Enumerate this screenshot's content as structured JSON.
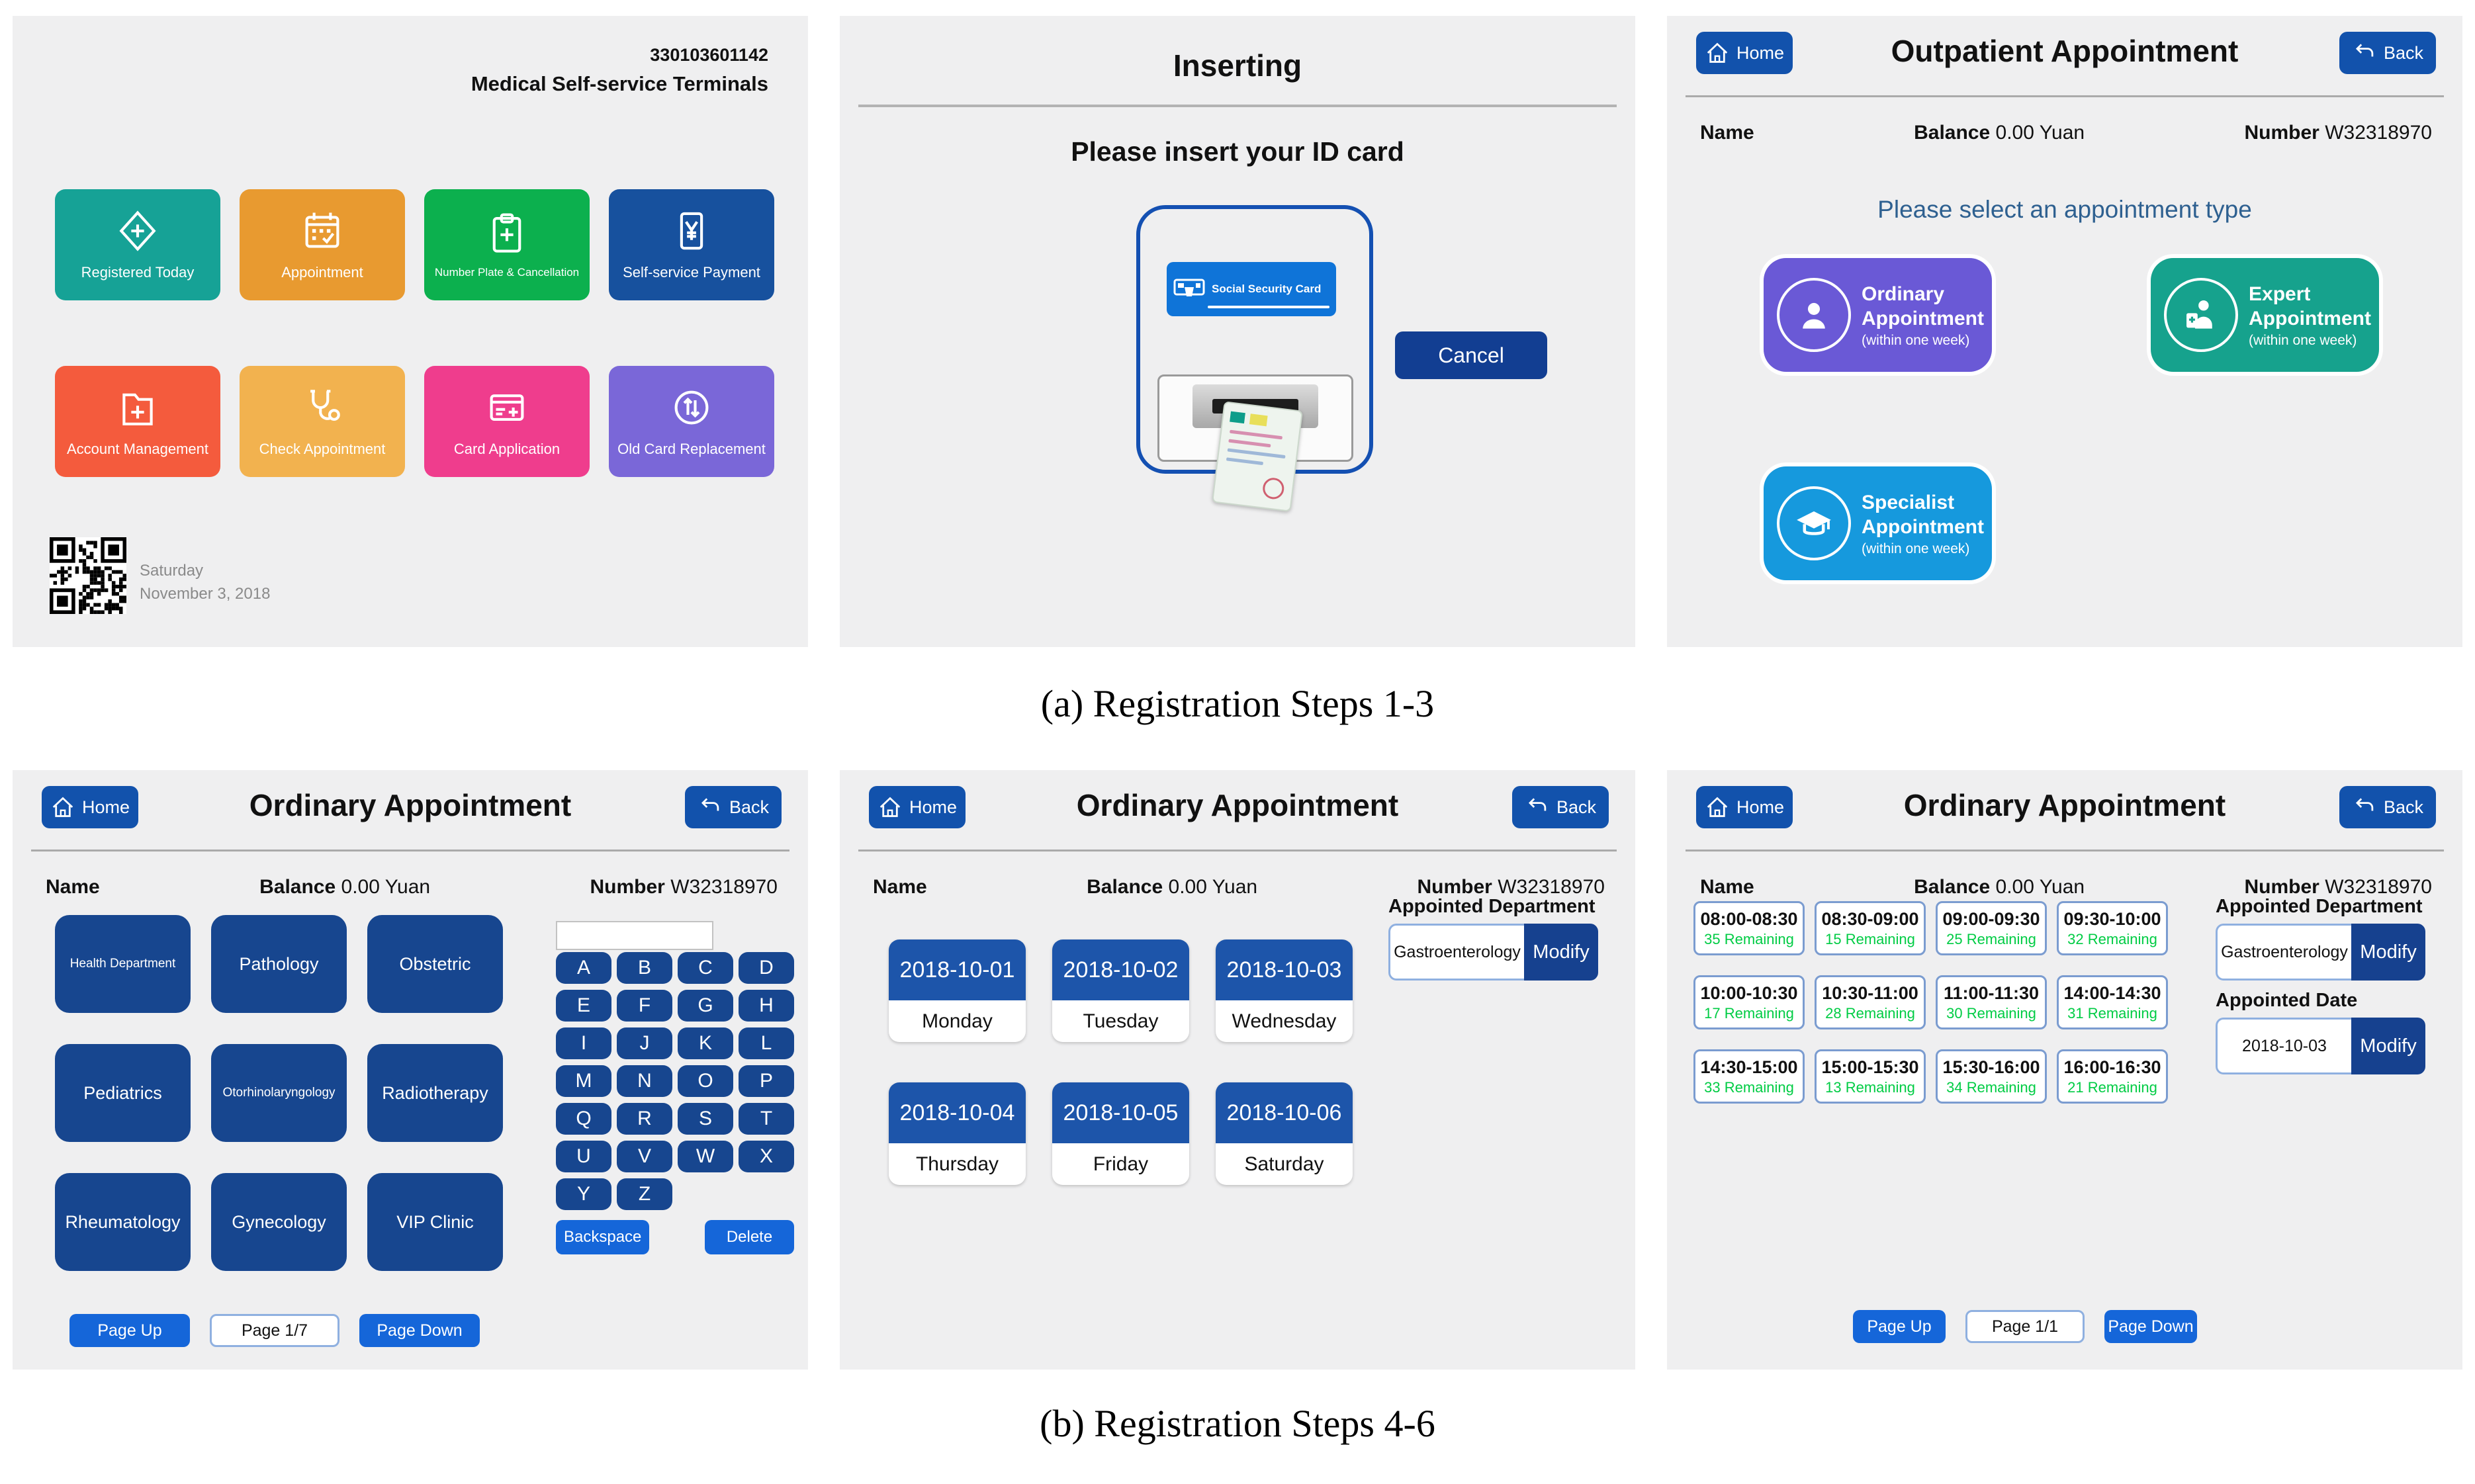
{
  "common": {
    "home_label": "Home",
    "back_label": "Back",
    "name_label": "Name",
    "balance_label": "Balance",
    "balance_value": "0.00 Yuan",
    "number_label": "Number",
    "number_value": "W32318970",
    "modify_label": "Modify",
    "page_up_label": "Page Up",
    "page_down_label": "Page Down"
  },
  "colors": {
    "accent_navy": "#1252ac",
    "key_navy": "#17468f",
    "bright_blue": "#1566d9",
    "date_blue": "#1d55aa",
    "remaining_green": "#00cc44",
    "panel_bg": "#efeff0"
  },
  "panels": {
    "home": {
      "terminal_id": "330103601142",
      "title": "Medical Self-service Terminals",
      "tiles": [
        {
          "label": "Registered Today",
          "color": "#16a296",
          "icon": "diamond-plus-icon"
        },
        {
          "label": "Appointment",
          "color": "#e89a30",
          "icon": "calendar-icon"
        },
        {
          "label": "Number Plate & Cancellation",
          "color": "#0cb04e",
          "icon": "clipboard-plus-icon"
        },
        {
          "label": "Self-service Payment",
          "color": "#17519e",
          "icon": "yen-card-icon"
        },
        {
          "label": "Account Management",
          "color": "#f45b3d",
          "icon": "folder-plus-icon"
        },
        {
          "label": "Check Appointment",
          "color": "#f2b24f",
          "icon": "stethoscope-icon"
        },
        {
          "label": "Card Application",
          "color": "#ef3d8d",
          "icon": "card-plus-icon"
        },
        {
          "label": "Old Card Replacement",
          "color": "#7a67d8",
          "icon": "transfer-circle-icon"
        }
      ],
      "weekday": "Saturday",
      "date": "November 3, 2018"
    },
    "inserting": {
      "title": "Inserting",
      "subtitle": "Please insert your ID card",
      "card_label": "Social Security Card",
      "cancel_label": "Cancel"
    },
    "outpatient": {
      "title": "Outpatient Appointment",
      "prompt": "Please select an appointment type",
      "types": [
        {
          "line1": "Ordinary",
          "line2": "Appointment",
          "note": "(within one week)",
          "color": "#6a59d6",
          "icon": "person-icon"
        },
        {
          "line1": "Expert",
          "line2": "Appointment",
          "note": "(within one week)",
          "color": "#16a28d",
          "icon": "doctor-icon"
        },
        {
          "line1": "Specialist",
          "line2": "Appointment",
          "note": "(within one week)",
          "color": "#1699dd",
          "icon": "graduation-cap-icon"
        }
      ]
    },
    "department_select": {
      "title": "Ordinary Appointment",
      "departments": [
        "Health Department",
        "Pathology",
        "Obstetric",
        "Pediatrics",
        "Otorhinolaryngology",
        "Radiotherapy",
        "Rheumatology",
        "Gynecology",
        "VIP Clinic"
      ],
      "search_value": "",
      "keys": [
        "A",
        "B",
        "C",
        "D",
        "E",
        "F",
        "G",
        "H",
        "I",
        "J",
        "K",
        "L",
        "M",
        "N",
        "O",
        "P",
        "Q",
        "R",
        "S",
        "T",
        "U",
        "V",
        "W",
        "X",
        "Y",
        "Z"
      ],
      "backspace_label": "Backspace",
      "delete_label": "Delete",
      "page_indicator": "Page 1/7"
    },
    "date_select": {
      "title": "Ordinary Appointment",
      "dates": [
        {
          "date": "2018-10-01",
          "weekday": "Monday"
        },
        {
          "date": "2018-10-02",
          "weekday": "Tuesday"
        },
        {
          "date": "2018-10-03",
          "weekday": "Wednesday"
        },
        {
          "date": "2018-10-04",
          "weekday": "Thursday"
        },
        {
          "date": "2018-10-05",
          "weekday": "Friday"
        },
        {
          "date": "2018-10-06",
          "weekday": "Saturday"
        }
      ],
      "appointed_department_label": "Appointed Department",
      "department_value": "Gastroenterology"
    },
    "time_select": {
      "title": "Ordinary Appointment",
      "slots": [
        {
          "time": "08:00-08:30",
          "remaining": "35 Remaining"
        },
        {
          "time": "08:30-09:00",
          "remaining": "15 Remaining"
        },
        {
          "time": "09:00-09:30",
          "remaining": "25 Remaining"
        },
        {
          "time": "09:30-10:00",
          "remaining": "32 Remaining"
        },
        {
          "time": "10:00-10:30",
          "remaining": "17 Remaining"
        },
        {
          "time": "10:30-11:00",
          "remaining": "28 Remaining"
        },
        {
          "time": "11:00-11:30",
          "remaining": "30 Remaining"
        },
        {
          "time": "14:00-14:30",
          "remaining": "31 Remaining"
        },
        {
          "time": "14:30-15:00",
          "remaining": "33 Remaining"
        },
        {
          "time": "15:00-15:30",
          "remaining": "13 Remaining"
        },
        {
          "time": "15:30-16:00",
          "remaining": "34 Remaining"
        },
        {
          "time": "16:00-16:30",
          "remaining": "21 Remaining"
        }
      ],
      "appointed_department_label": "Appointed Department",
      "department_value": "Gastroenterology",
      "appointed_date_label": "Appointed Date",
      "date_value": "2018-10-03",
      "page_indicator": "Page 1/1"
    }
  },
  "captions": {
    "a": "(a) Registration Steps 1-3",
    "b": "(b) Registration Steps 4-6"
  }
}
